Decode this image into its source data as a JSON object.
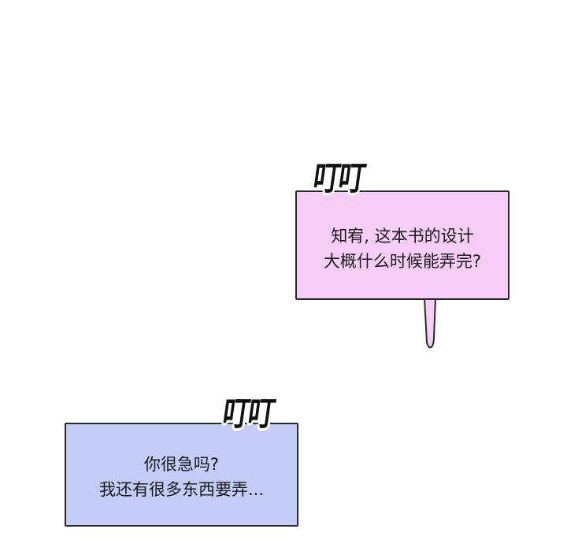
{
  "panel": {
    "background": "#ffffff",
    "bubbles": [
      {
        "id": "pink",
        "color": "#f6cdf6",
        "sfx": "叮叮",
        "lines": [
          "知宥, 这本书的设计",
          "大概什么时候能弄完?"
        ],
        "has_tail": true
      },
      {
        "id": "blue",
        "color": "#c3cdf8",
        "sfx": "叮叮",
        "lines": [
          "你很急吗?",
          "我还有很多东西要弄..."
        ],
        "has_tail": false
      }
    ]
  }
}
